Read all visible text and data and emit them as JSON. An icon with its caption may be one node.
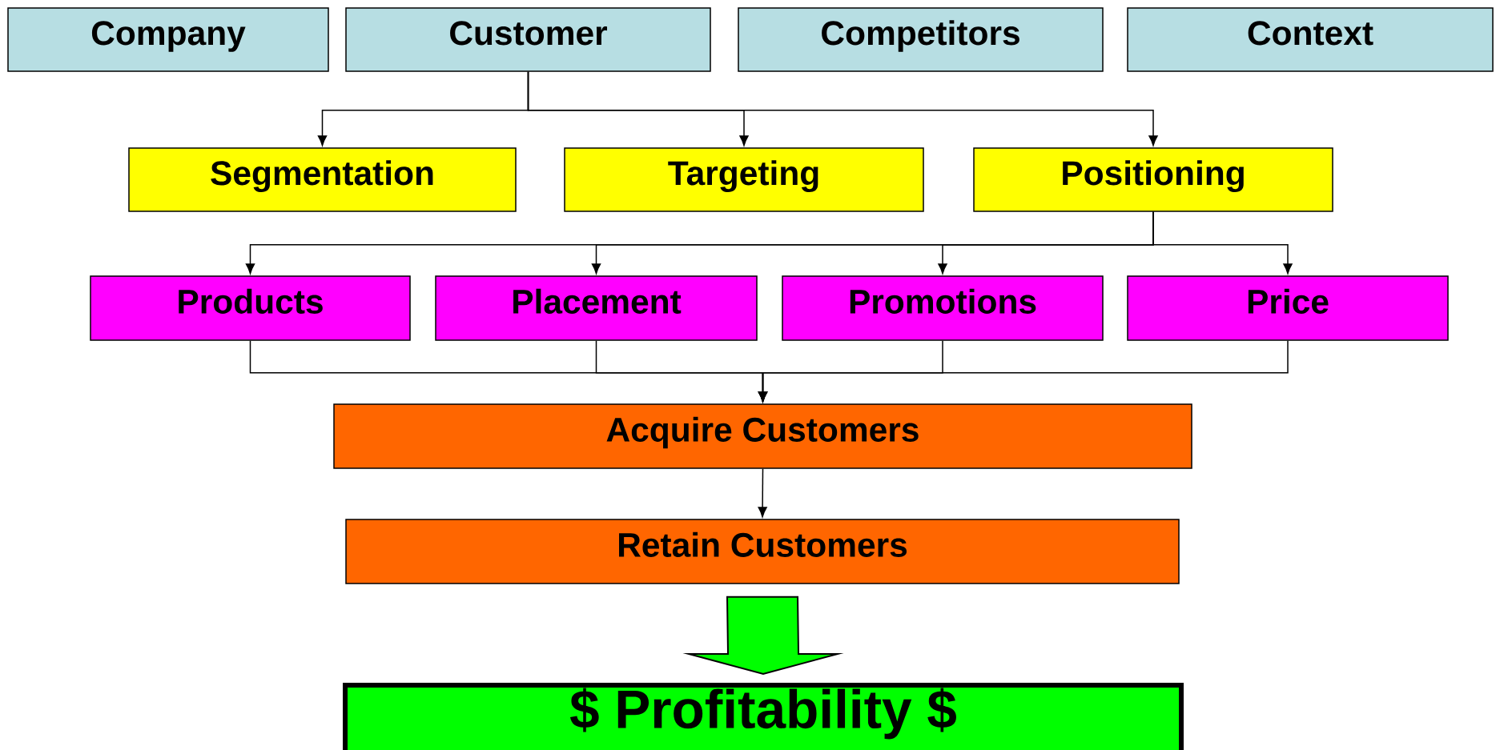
{
  "diagram": {
    "nodes": [
      {
        "text": [
          "Company"
        ]
      },
      {
        "text": [
          "Customer"
        ]
      },
      {
        "text": [
          "Competitors"
        ]
      },
      {
        "text": [
          "Context"
        ]
      },
      {
        "text": [
          "Segmentation"
        ]
      },
      {
        "text": [
          "Targeting"
        ]
      },
      {
        "text": [
          "Positioning"
        ]
      },
      {
        "text": [
          "Products"
        ]
      },
      {
        "text": [
          "Placement"
        ]
      },
      {
        "text": [
          "Promotions"
        ]
      },
      {
        "text": [
          "Price"
        ]
      },
      {
        "text": [
          "Acquire Customers"
        ]
      },
      {
        "text": [
          "Retain Customers"
        ]
      },
      {
        "text": [
          "$ Profitability $"
        ]
      }
    ],
    "edges": [
      {
        "from": 1,
        "to": 4,
        "arrow": "to"
      },
      {
        "from": 1,
        "to": 5,
        "arrow": "to"
      },
      {
        "from": 1,
        "to": 6,
        "arrow": "to"
      },
      {
        "from": 6,
        "to": 7,
        "arrow": "to"
      },
      {
        "from": 6,
        "to": 8,
        "arrow": "to"
      },
      {
        "from": 6,
        "to": 9,
        "arrow": "to"
      },
      {
        "from": 6,
        "to": 10,
        "arrow": "to"
      },
      {
        "from": 7,
        "to": 11,
        "arrow": "to"
      },
      {
        "from": 8,
        "to": 11,
        "arrow": "to"
      },
      {
        "from": 9,
        "to": 11,
        "arrow": "to"
      },
      {
        "from": 10,
        "to": 11,
        "arrow": "to"
      },
      {
        "from": 11,
        "to": 12,
        "arrow": "to"
      },
      {
        "from": 12,
        "to": 13,
        "arrow": "to",
        "style": "thick",
        "color": "#00ff00"
      }
    ]
  }
}
